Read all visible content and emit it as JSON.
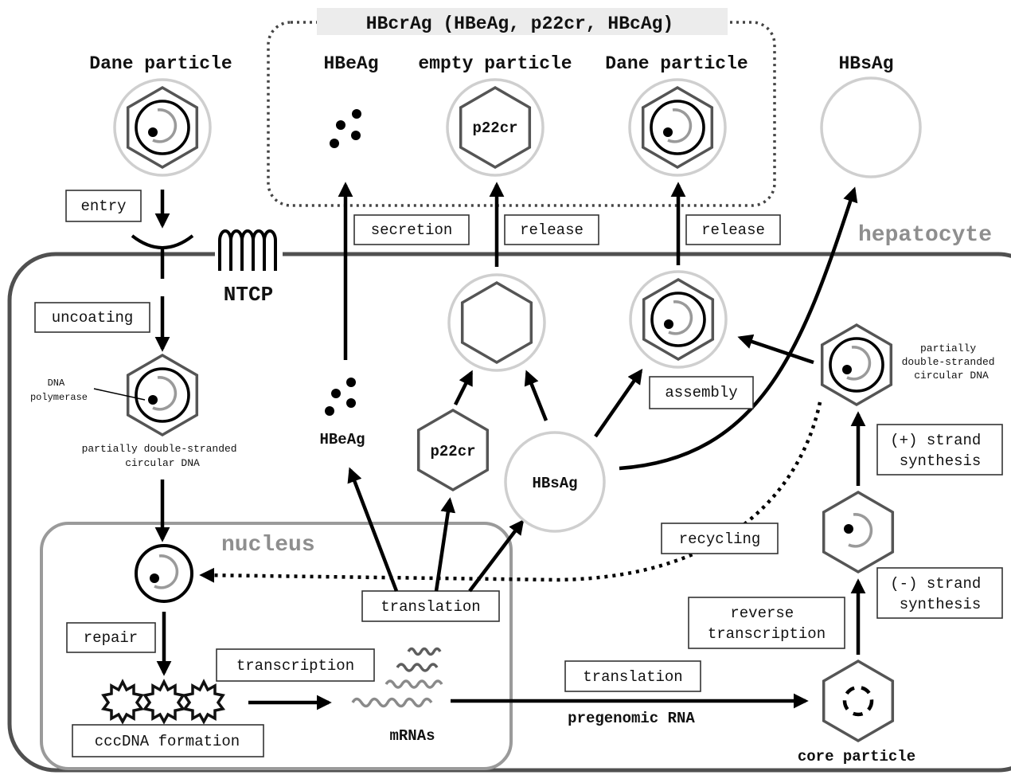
{
  "regions": {
    "hbcrag_title": "HBcrAg (HBeAg, p22cr, HBcAg)",
    "hepatocyte": "hepatocyte",
    "nucleus": "nucleus"
  },
  "particle_labels": {
    "dane_outside": "Dane particle",
    "hbeag_top": "HBeAg",
    "empty_particle": "empty particle",
    "dane_secreted": "Dane particle",
    "hbsag_top": "HBsAg",
    "p22cr_in_empty": "p22cr",
    "hbeag_mid": "HBeAg",
    "p22cr_mid": "p22cr",
    "hbsag_mid": "HBsAg",
    "ntcp": "NTCP",
    "dna_polymerase": [
      "DNA",
      "polymerase"
    ],
    "pdsc_left": [
      "partially double-stranded",
      "circular DNA"
    ],
    "pdsc_right": [
      "partially",
      "double-stranded",
      "circular DNA"
    ],
    "mrnas": "mRNAs",
    "pregenomic_rna": "pregenomic RNA",
    "core_particle": "core particle"
  },
  "steps": {
    "entry": "entry",
    "uncoating": "uncoating",
    "secretion": "secretion",
    "release_empty": "release",
    "release_dane": "release",
    "assembly": "assembly",
    "plus_strand": [
      "(+) strand",
      "synthesis"
    ],
    "minus_strand": [
      "(-) strand",
      "synthesis"
    ],
    "recycling": "recycling",
    "translation_proteins": "translation",
    "repair": "repair",
    "transcription": "transcription",
    "translation_pgrna": "translation",
    "reverse_transcription": [
      "reverse",
      "transcription"
    ],
    "cccdna_formation": "cccDNA formation"
  },
  "colors": {
    "ink": "#000000",
    "outline": "#555555",
    "halo": "#cfcfcf",
    "region_label": "#8e8e8e",
    "title_band": "#ececec"
  }
}
